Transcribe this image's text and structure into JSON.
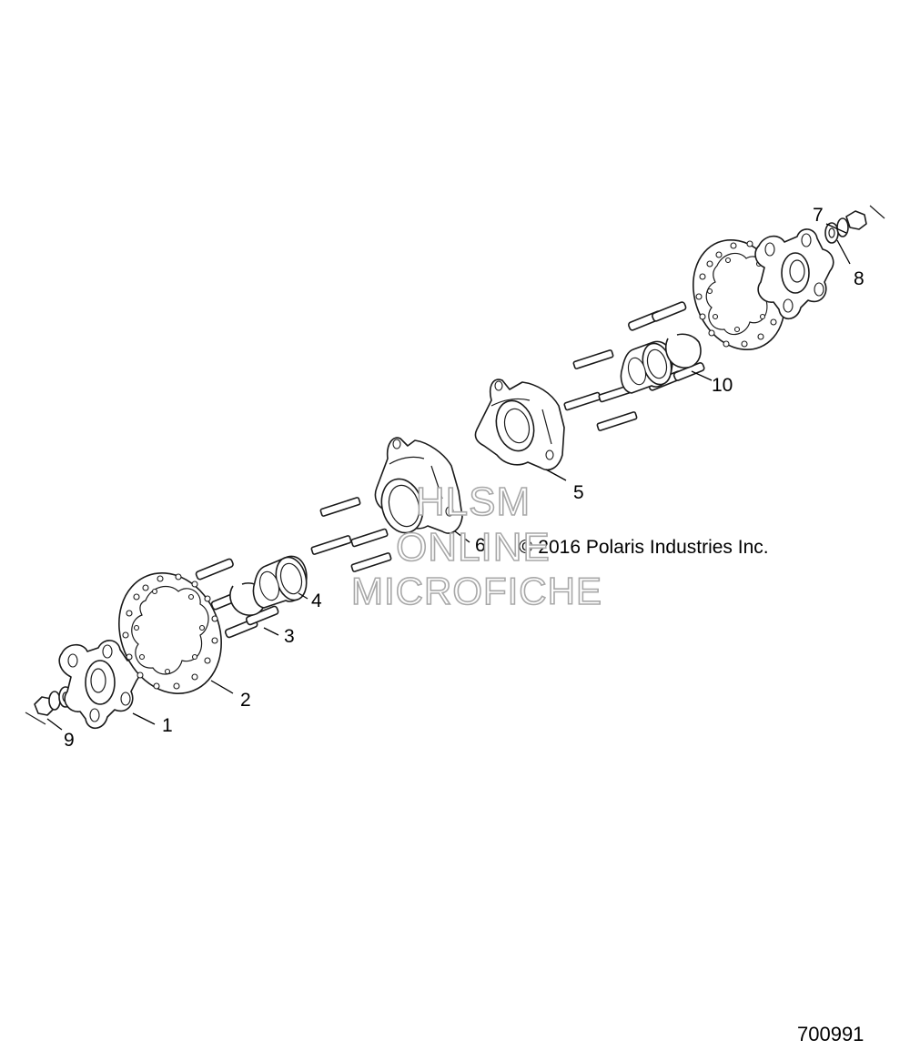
{
  "callouts": [
    {
      "label": "1"
    },
    {
      "label": "2"
    },
    {
      "label": "3"
    },
    {
      "label": "4"
    },
    {
      "label": "5"
    },
    {
      "label": "6"
    },
    {
      "label": "7"
    },
    {
      "label": "8"
    },
    {
      "label": "9"
    },
    {
      "label": "10"
    }
  ],
  "copyright": "© 2016 Polaris Industries Inc.",
  "watermark": {
    "line1": "HLSM",
    "line2": "ONLINE",
    "line3": "MICROFICHE"
  },
  "drawing_number": "700991",
  "colors": {
    "line": "#1a1a1a",
    "watermark_outline": "#a8a8a8",
    "background": "#ffffff"
  }
}
